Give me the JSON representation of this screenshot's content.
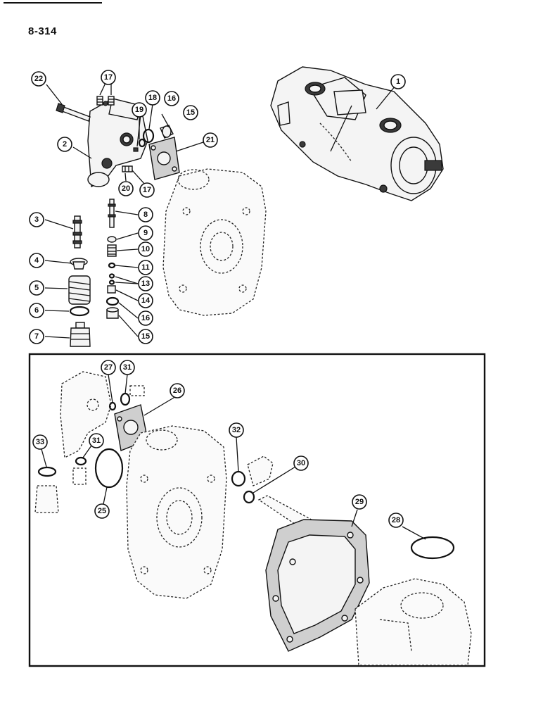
{
  "page": {
    "page_number": "8-314"
  },
  "callouts": {
    "c1": "1",
    "c2": "2",
    "c3": "3",
    "c4": "4",
    "c5": "5",
    "c6": "6",
    "c7": "7",
    "c8": "8",
    "c9": "9",
    "c10": "10",
    "c11": "11",
    "c13": "13",
    "c14": "14",
    "c15a": "15",
    "c15b": "15",
    "c16a": "16",
    "c16b": "16",
    "c17a": "17",
    "c17b": "17",
    "c18": "18",
    "c19": "19",
    "c20": "20",
    "c21": "21",
    "c22": "22",
    "c25": "25",
    "c26": "26",
    "c27": "27",
    "c28": "28",
    "c29": "29",
    "c30": "30",
    "c31a": "31",
    "c31b": "31",
    "c32": "32",
    "c33": "33"
  }
}
